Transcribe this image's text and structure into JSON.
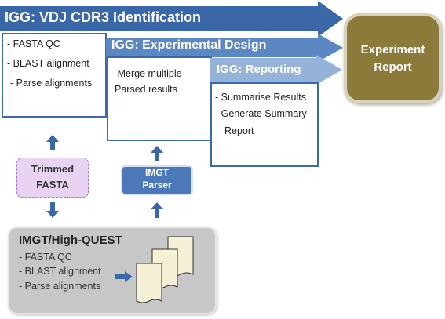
{
  "stages": {
    "vdj": {
      "title": "IGG: VDJ CDR3 Identification",
      "items": [
        "- FASTA QC",
        "- BLAST alignment",
        "- Parse alignments"
      ],
      "color": "#3a67a8"
    },
    "design": {
      "title": "IGG: Experimental Design",
      "items": [
        "- Merge multiple",
        "Parsed results"
      ],
      "color": "#5b87c2"
    },
    "reporting": {
      "title": "IGG: Reporting",
      "items": [
        "- Summarise Results",
        "- Generate Summary",
        "Report"
      ],
      "color": "#95b3d8"
    }
  },
  "report": {
    "line1": "Experiment",
    "line2": "Report",
    "color": "#8b7a3a"
  },
  "trimmed": {
    "line1": "Trimmed",
    "line2": "FASTA",
    "color": "#e8d4f2"
  },
  "imgt_parser": {
    "line1": "IMGT",
    "line2": "Parser",
    "color": "#4a78b8"
  },
  "highquest": {
    "title": "IMGT/High-QUEST",
    "items": [
      "- FASTA QC",
      "- BLAST alignment",
      "- Parse alignments"
    ],
    "color": "#c7c7c7"
  }
}
